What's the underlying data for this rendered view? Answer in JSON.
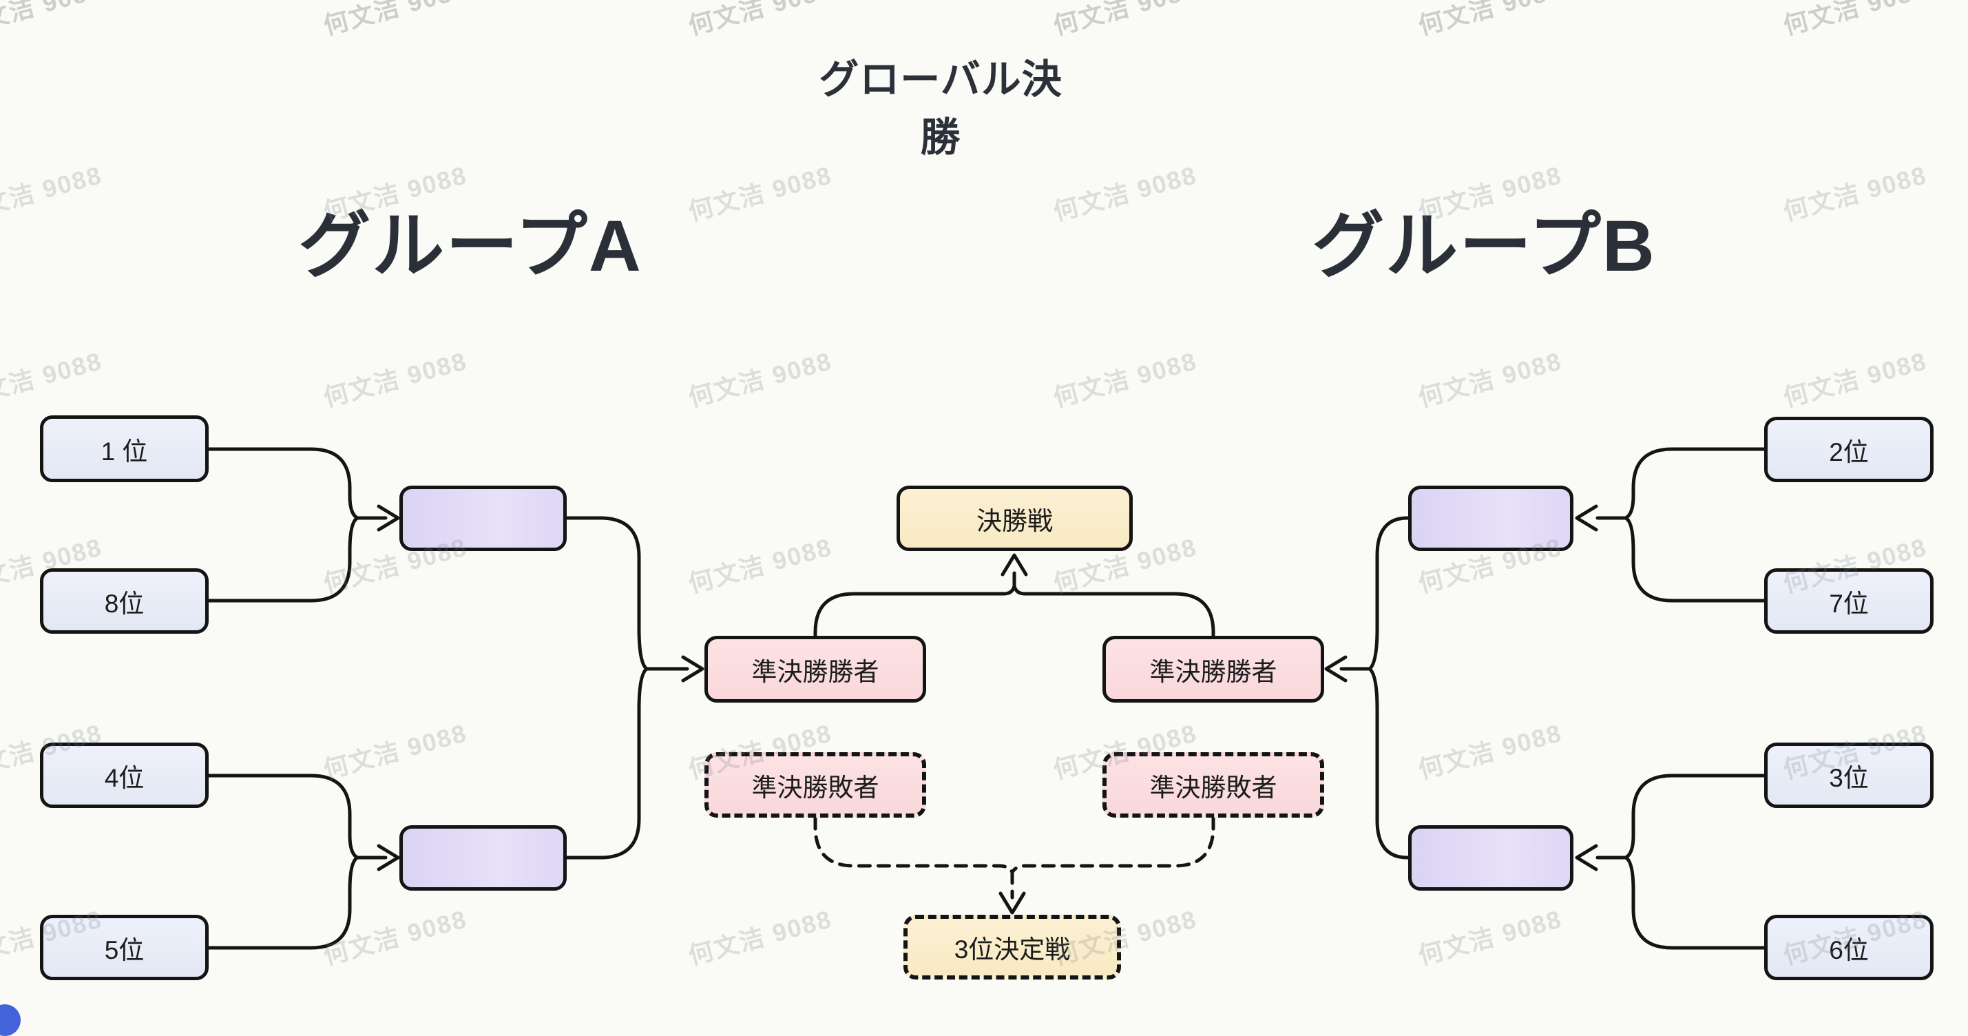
{
  "title": "グローバル決勝",
  "watermark": {
    "text": "何文洁 9088"
  },
  "groups": {
    "a": {
      "label": "グループA"
    },
    "b": {
      "label": "グループB"
    }
  },
  "seeds": {
    "a": [
      "1 位",
      "8位",
      "4位",
      "5位"
    ],
    "b": [
      "2位",
      "7位",
      "3位",
      "6位"
    ]
  },
  "nodes": {
    "final": {
      "label": "決勝戦"
    },
    "semi_winner_left": {
      "label": "準決勝勝者"
    },
    "semi_winner_right": {
      "label": "準決勝勝者"
    },
    "semi_loser_left": {
      "label": "準決勝敗者"
    },
    "semi_loser_right": {
      "label": "準決勝敗者"
    },
    "third_place": {
      "label": "3位決定戦"
    }
  },
  "colors": {
    "background": "#fafaf6",
    "stroke": "#141414",
    "seed_fill": "#e8ecf7",
    "advance_fill": "#ded7f6",
    "semifinal_fill": "#fadcde",
    "final_fill": "#f9edca",
    "corner_dot": "#4363d8"
  }
}
